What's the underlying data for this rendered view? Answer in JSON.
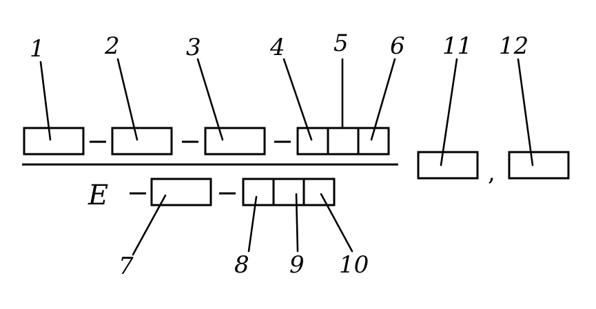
{
  "diagram": {
    "labels": [
      "1",
      "2",
      "3",
      "4",
      "5",
      "6",
      "7",
      "8",
      "9",
      "10",
      "11",
      "12"
    ],
    "letter": "E",
    "separator": ","
  }
}
